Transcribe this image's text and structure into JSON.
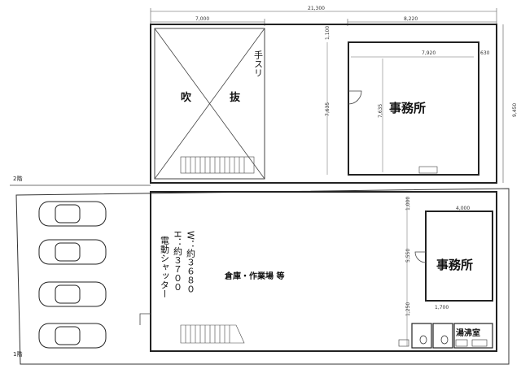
{
  "dimensions": {
    "total_width": "21,300",
    "left_width": "7,000",
    "right_width": "8,220",
    "office2_width": "7,920",
    "office2_gap": "630",
    "top_margin": "1,100",
    "office2_height_outer": "7,635",
    "office2_height_inner": "7,635",
    "total_height": "9,450",
    "office1_width": "4,000",
    "office1_top": "1,000",
    "office1_height": "5,550",
    "utility_height": "1,250",
    "utility_width": "1,700"
  },
  "floors": {
    "second": "2階",
    "first": "1階"
  },
  "rooms": {
    "atrium_left": "吹",
    "atrium_right": "抜",
    "handrail": "手スリ",
    "office_upper": "事務所",
    "warehouse": "倉庫・作業場 等",
    "office_lower": "事務所",
    "kitchenette": "湯沸室"
  },
  "shutter": {
    "label": "電動シャッター",
    "width": "W：約３６８０",
    "height": "H：約３７００"
  },
  "parking_count": 4
}
